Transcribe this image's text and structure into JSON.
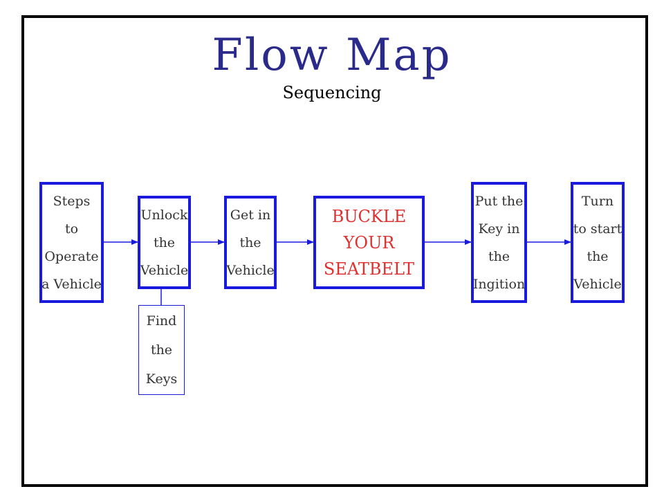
{
  "title": "Flow Map",
  "subtitle": "Sequencing",
  "colors": {
    "box_border": "#1a1adf",
    "title": "#2a2a8a",
    "emphasis_text": "#e03030",
    "frame": "#000000"
  },
  "steps": [
    {
      "lines": [
        "Steps",
        "to",
        "Operate",
        "a Vehicle"
      ]
    },
    {
      "lines": [
        "Unlock",
        "the",
        "Vehicle"
      ]
    },
    {
      "lines": [
        "Get in",
        "the",
        "Vehicle"
      ]
    },
    {
      "lines": [
        "BUCKLE",
        "YOUR",
        "SEATBELT"
      ]
    },
    {
      "lines": [
        "Put the",
        "Key in",
        "the",
        "Ingition"
      ]
    },
    {
      "lines": [
        "Turn",
        "to start",
        "the",
        "Vehicle"
      ]
    }
  ],
  "substep": {
    "lines": [
      "Find",
      "the",
      "Keys"
    ]
  }
}
